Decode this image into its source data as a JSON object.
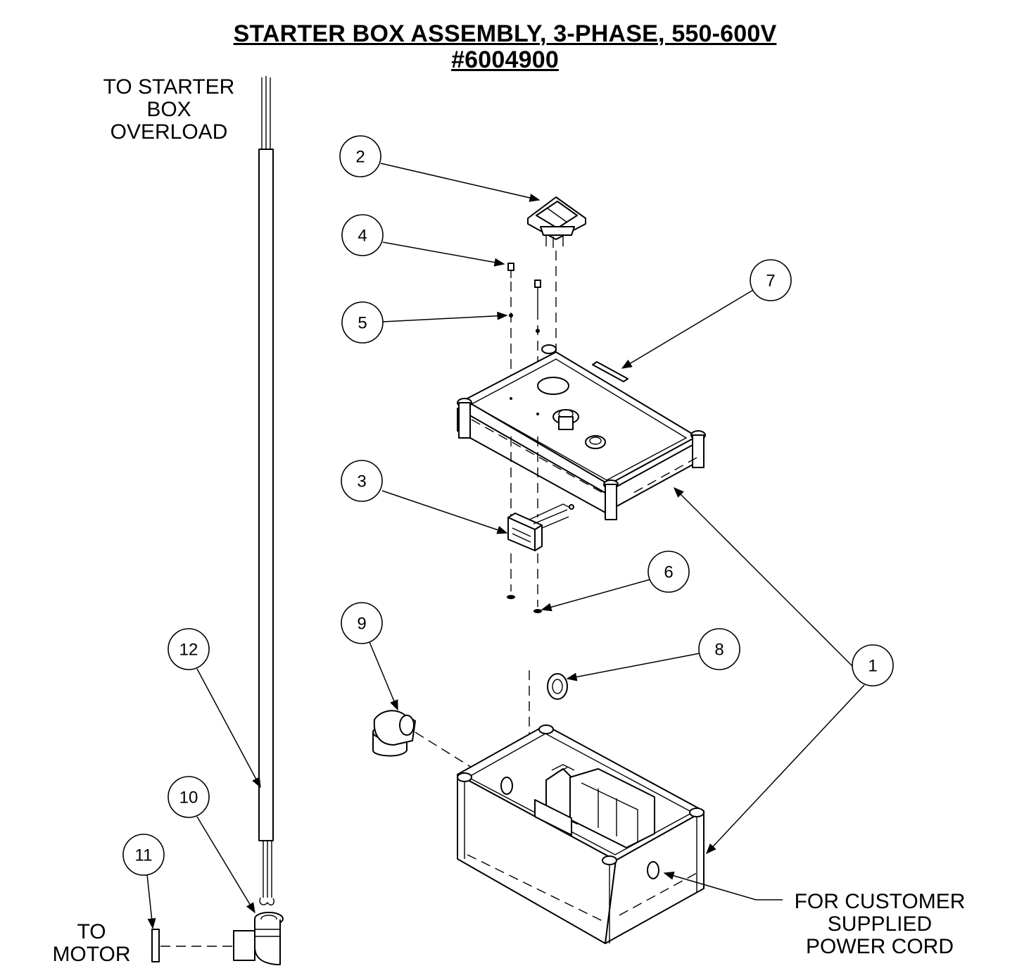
{
  "title": {
    "line1": "STARTER BOX ASSEMBLY, 3-PHASE, 550-600V",
    "line2": "#6004900"
  },
  "labels": {
    "to_starter_line1": "TO STARTER",
    "to_starter_line2": "BOX",
    "to_starter_line3": "OVERLOAD",
    "to_motor_line1": "TO",
    "to_motor_line2": "MOTOR",
    "cord_line1": "FOR CUSTOMER",
    "cord_line2": "SUPPLIED",
    "cord_line3": "POWER CORD"
  },
  "callouts": {
    "c1": "1",
    "c2": "2",
    "c3": "3",
    "c4": "4",
    "c5": "5",
    "c6": "6",
    "c7": "7",
    "c8": "8",
    "c9": "9",
    "c10": "10",
    "c11": "11",
    "c12": "12"
  }
}
